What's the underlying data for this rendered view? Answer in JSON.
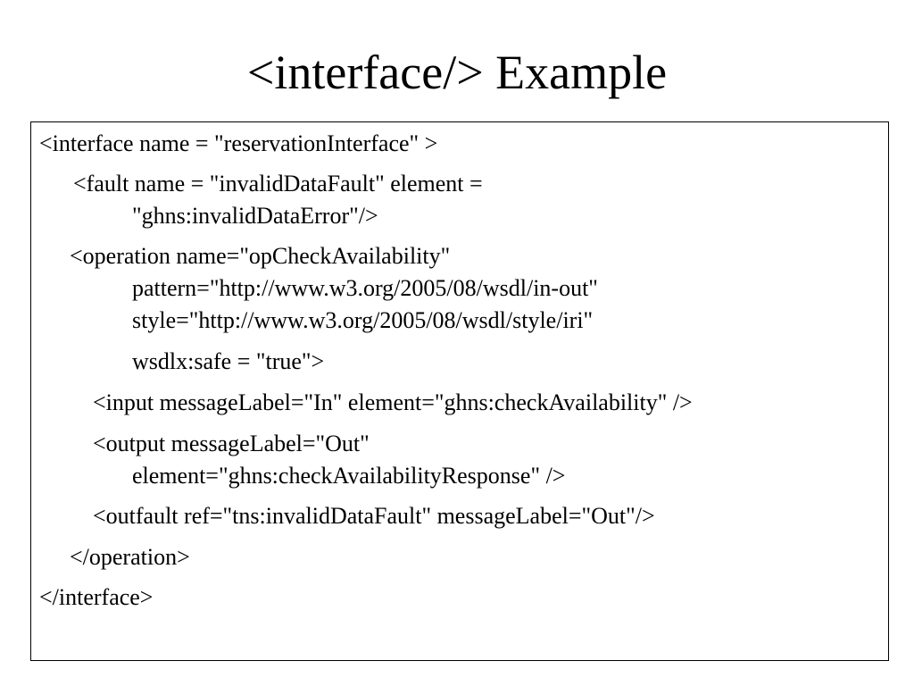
{
  "slide": {
    "title": "<interface/> Example"
  },
  "code": {
    "lines": [
      "<interface name = \"reservationInterface\" >",
      "<fault name = \"invalidDataFault\" element =",
      "\"ghns:invalidDataError\"/>",
      "<operation name=\"opCheckAvailability\"",
      "pattern=\"http://www.w3.org/2005/08/wsdl/in-out\"",
      "style=\"http://www.w3.org/2005/08/wsdl/style/iri\"",
      "wsdlx:safe = \"true\">",
      "<input messageLabel=\"In\" element=\"ghns:checkAvailability\" />",
      "<output messageLabel=\"Out\"",
      "element=\"ghns:checkAvailabilityResponse\" />",
      "<outfault ref=\"tns:invalidDataFault\" messageLabel=\"Out\"/>",
      "</operation>",
      "</interface>"
    ]
  }
}
